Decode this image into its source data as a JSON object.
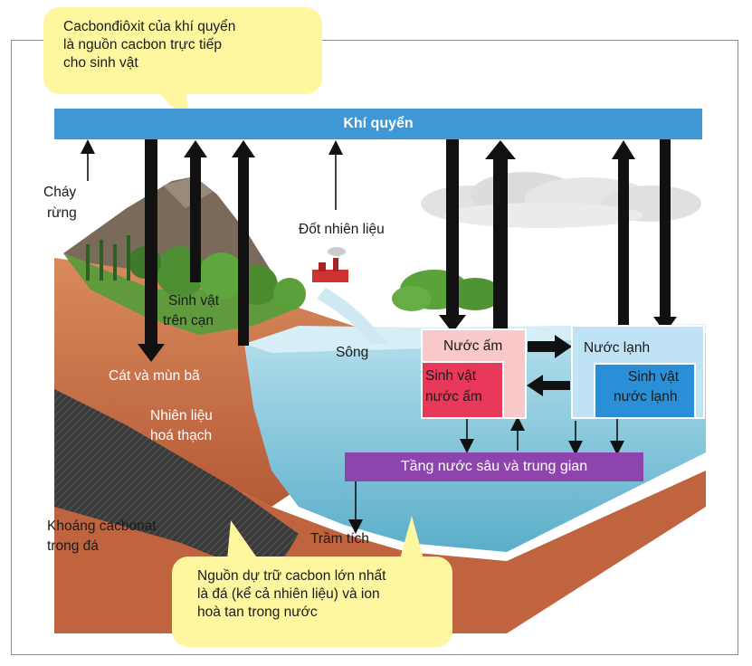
{
  "callouts": {
    "top": {
      "lines": [
        "Cacbonđiôxit của khí quyển",
        "là nguồn cacbon trực tiếp",
        "cho sinh vật"
      ]
    },
    "bottom": {
      "lines": [
        "Nguồn dự trữ cacbon lớn nhất",
        "là đá (kể cả nhiên liệu) và ion",
        "hoà tan trong nước"
      ]
    }
  },
  "labels": {
    "atmosphere": "Khí quyển",
    "forest_fire_1": "Cháy",
    "forest_fire_2": "rừng",
    "fossil_burning": "Đốt nhiên liệu",
    "land_organisms_1": "Sinh vật",
    "land_organisms_2": "trên cạn",
    "river": "Sông",
    "sand_humus": "Cát và mùn bã",
    "fossil_fuel_1": "Nhiên liệu",
    "fossil_fuel_2": "hoá thạch",
    "carbonate_1": "Khoáng cacbonat",
    "carbonate_2": "trong đá",
    "sediment": "Trầm tích",
    "warm_water": "Nước ấm",
    "warm_organisms_1": "Sinh vật",
    "warm_organisms_2": "nước ấm",
    "cold_water": "Nước lạnh",
    "cold_organisms_1": "Sinh vật",
    "cold_organisms_2": "nước lạnh",
    "deep_layer": "Tầng nước sâu và trung gian"
  },
  "colors": {
    "atmosphere_bar": "#3f97d6",
    "deep_layer_bar": "#8e44ad",
    "warm_water_box": "#f9c9c9",
    "warm_organisms_box": "#e8395a",
    "cold_water_box": "#bfe2f5",
    "cold_organisms_box": "#2a8fd6",
    "callout": "#fff7a0",
    "ocean": "#8ccbe0",
    "soil": "#c8704a"
  }
}
